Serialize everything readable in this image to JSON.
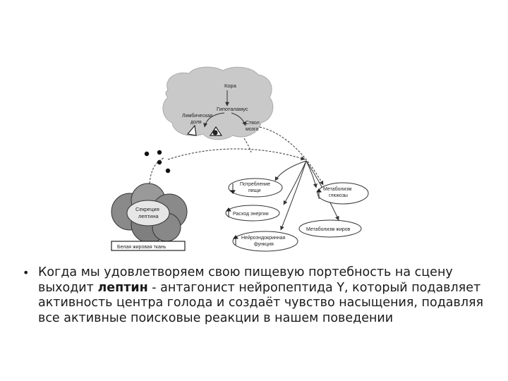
{
  "diagram": {
    "brain": {
      "cortex": "Кора",
      "hypothalamus": "Гипоталамус",
      "limbic_lobe": [
        "Лимбическая",
        "доля"
      ],
      "brainstem": [
        "Ствол",
        "мозга"
      ]
    },
    "adipose": {
      "secretion": [
        "Секреция",
        "лептина"
      ],
      "tissue": "Белая жировая ткань"
    },
    "effects": [
      {
        "label": [
          "Потребление",
          "пищи"
        ]
      },
      {
        "label": [
          "Метаболизм",
          "глюкозы"
        ]
      },
      {
        "label": [
          "Расход энергии"
        ]
      },
      {
        "label": [
          "Метаболизм жиров"
        ]
      },
      {
        "label": [
          "Нейроэндокринная",
          "функция"
        ]
      }
    ]
  },
  "bullet": {
    "before": "Когда мы удовлетворяем свою пищевую портебность на сцену выходит ",
    "bold": "лептин",
    "after": " - антагонист нейропептида Y, который подавляет активность центра голода и создаёт чувство насыщения, подавляя все активные поисковые реакции в нашем поведении"
  }
}
